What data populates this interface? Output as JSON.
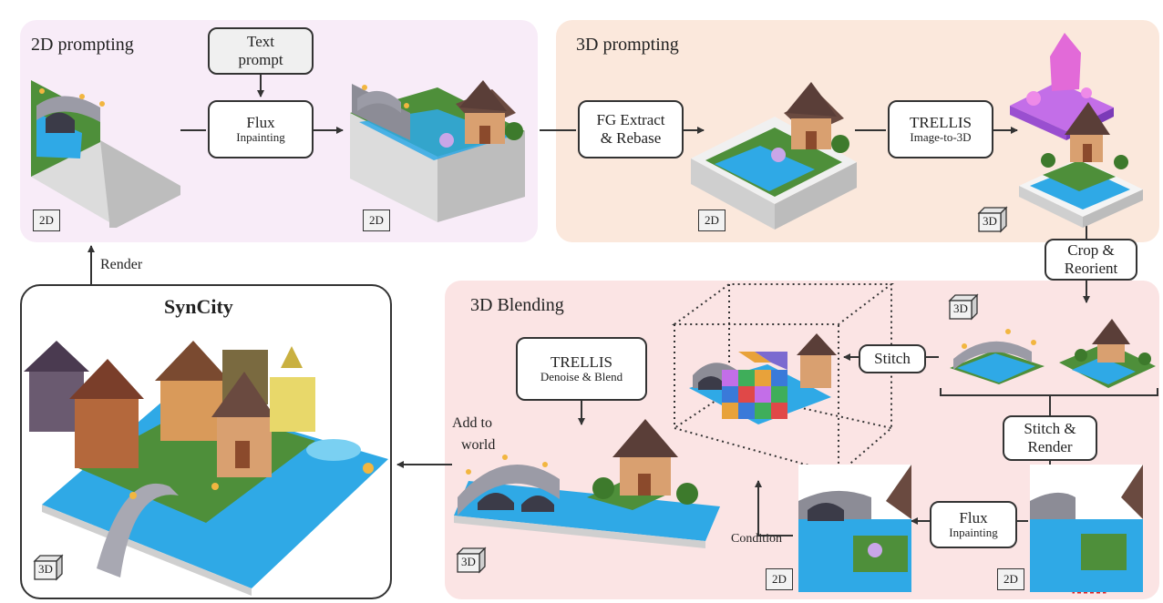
{
  "panels": {
    "prompting_2d": "2D prompting",
    "prompting_3d": "3D prompting",
    "blending_3d": "3D Blending",
    "syncity": "SynCity"
  },
  "boxes": {
    "text_prompt": {
      "line1": "Text",
      "line2": "prompt"
    },
    "flux_top": {
      "main": "Flux",
      "sub": "Inpainting"
    },
    "fg_extract": {
      "line1": "FG Extract",
      "line2": "& Rebase"
    },
    "trellis_top": {
      "main": "TRELLIS",
      "sub": "Image-to-3D"
    },
    "crop_reorient": {
      "line1": "Crop &",
      "line2": "Reorient"
    },
    "stitch": {
      "main": "Stitch"
    },
    "stitch_render": {
      "line1": "Stitch &",
      "line2": "Render"
    },
    "trellis_blend": {
      "main": "TRELLIS",
      "sub": "Denoise & Blend"
    },
    "flux_bottom": {
      "main": "Flux",
      "sub": "Inpainting"
    }
  },
  "labels": {
    "render": "Render",
    "add_line1": "Add to",
    "add_line2": "world",
    "condition": "Condition"
  },
  "badges": {
    "two_d": "2D",
    "three_d": "3D"
  },
  "colors": {
    "panel_2d": "#f8ecf8",
    "panel_3d": "#fbe8dc",
    "panel_blend": "#fbe4e4",
    "water": "#2fa9e6",
    "grass": "#5d9a3a",
    "stone": "#8c8c96",
    "roof": "#6a4a40",
    "voxel_purple": "#c36ee8",
    "highlight_red": "#e02020"
  }
}
